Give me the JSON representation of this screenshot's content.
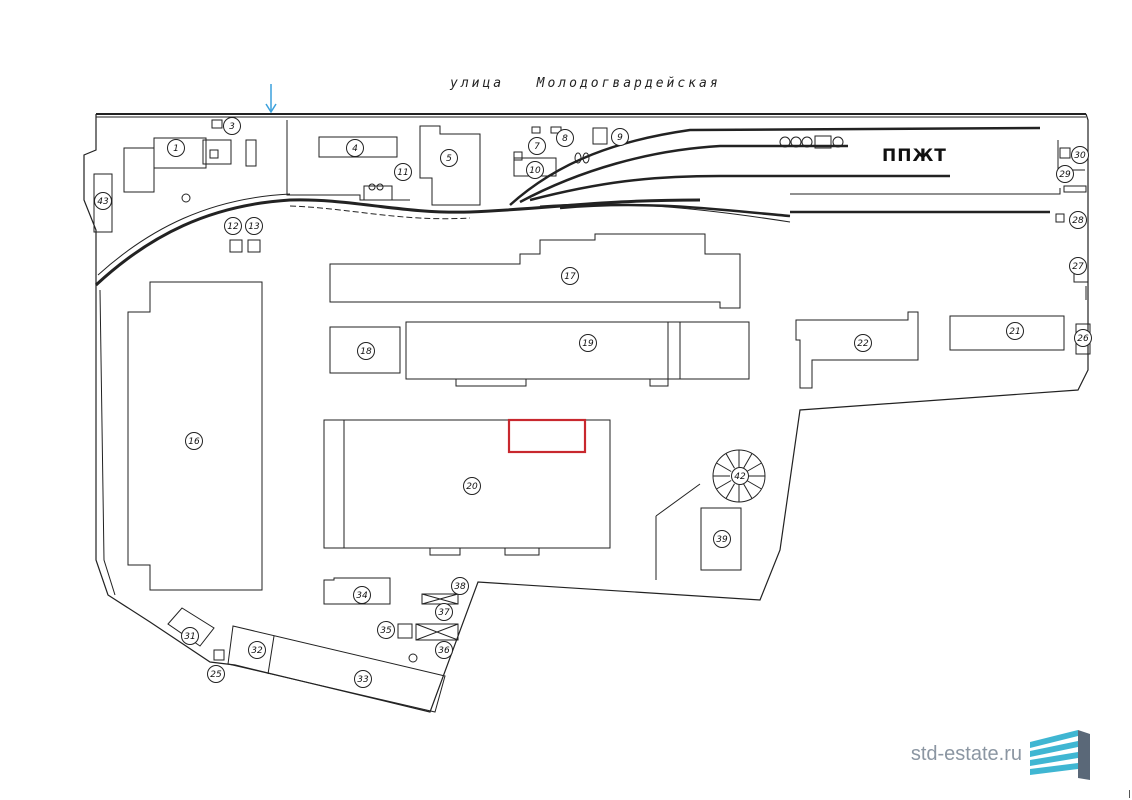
{
  "street": {
    "name": "улица   Молодогвардейская"
  },
  "zone": {
    "label": "ППЖТ"
  },
  "brand": {
    "text": "std-estate.ru",
    "logo_color": "#3fb6d2"
  },
  "colors": {
    "line": "#222222",
    "highlight": "#c8282e",
    "arrow": "#3aa0dc"
  },
  "buildings": [
    {
      "id": "1"
    },
    {
      "id": "3"
    },
    {
      "id": "4"
    },
    {
      "id": "5"
    },
    {
      "id": "7"
    },
    {
      "id": "8"
    },
    {
      "id": "9"
    },
    {
      "id": "10"
    },
    {
      "id": "11"
    },
    {
      "id": "12"
    },
    {
      "id": "13"
    },
    {
      "id": "16"
    },
    {
      "id": "17"
    },
    {
      "id": "18"
    },
    {
      "id": "19"
    },
    {
      "id": "20"
    },
    {
      "id": "21"
    },
    {
      "id": "22"
    },
    {
      "id": "25"
    },
    {
      "id": "26"
    },
    {
      "id": "27"
    },
    {
      "id": "28"
    },
    {
      "id": "29"
    },
    {
      "id": "30"
    },
    {
      "id": "31"
    },
    {
      "id": "32"
    },
    {
      "id": "33"
    },
    {
      "id": "34"
    },
    {
      "id": "35"
    },
    {
      "id": "36"
    },
    {
      "id": "37"
    },
    {
      "id": "38"
    },
    {
      "id": "39"
    },
    {
      "id": "42"
    },
    {
      "id": "43"
    }
  ]
}
